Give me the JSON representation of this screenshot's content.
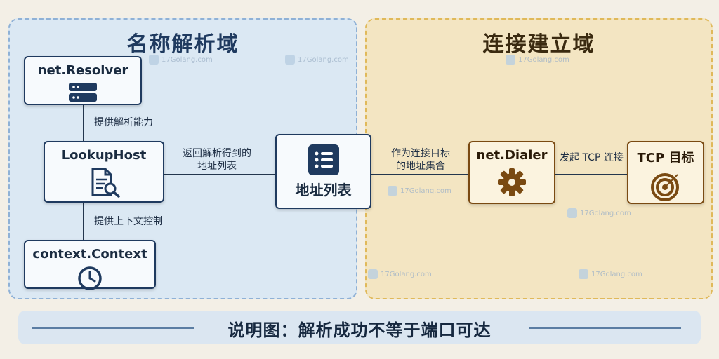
{
  "regions": {
    "left_title": "名称解析域",
    "right_title": "连接建立域"
  },
  "nodes": {
    "resolver": "net.Resolver",
    "lookup": "LookupHost",
    "context": "context.Context",
    "address_list": "地址列表",
    "dialer": "net.Dialer",
    "tcp_target": "TCP 目标"
  },
  "edges": {
    "resolver_to_lookup": "提供解析能力",
    "context_to_lookup": "提供上下文控制",
    "lookup_to_list_line1": "返回解析得到的",
    "lookup_to_list_line2": "地址列表",
    "list_to_dialer_line1": "作为连接目标",
    "list_to_dialer_line2": "的地址集合",
    "dialer_to_tcp": "发起 TCP 连接"
  },
  "watermark": "17Golang.com",
  "footer": {
    "title": "说明图：解析成功不等于端口可达"
  },
  "icons": {
    "resolver": "server-icon",
    "lookup": "document-search-icon",
    "context": "clock-icon",
    "address_list": "list-icon",
    "dialer": "gear-icon",
    "tcp_target": "target-icon"
  }
}
